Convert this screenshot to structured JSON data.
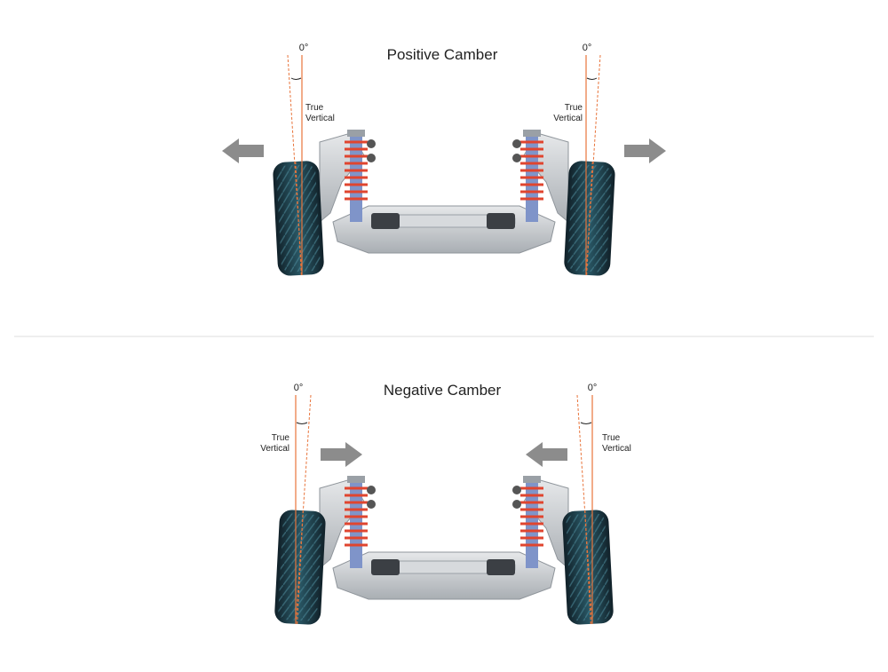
{
  "panels": [
    {
      "id": "positive",
      "title": "Positive Camber",
      "left_angle_label": "0°",
      "right_angle_label": "0°",
      "left_vertical_label": [
        "True",
        "Vertical"
      ],
      "right_vertical_label": [
        "True",
        "Vertical"
      ],
      "arrows": "outward"
    },
    {
      "id": "negative",
      "title": "Negative Camber",
      "left_angle_label": "0°",
      "right_angle_label": "0°",
      "left_vertical_label": [
        "True",
        "Vertical"
      ],
      "right_vertical_label": [
        "True",
        "Vertical"
      ],
      "arrows": "inward"
    }
  ],
  "colors": {
    "reference_line": "#e8743b",
    "tire": "#1d3a44",
    "tire_tread": "#2e6a7a",
    "spring": "#e0452f",
    "frame": "#c9cdd2",
    "arrow": "#8c8c8c",
    "divider": "#dddddd"
  }
}
